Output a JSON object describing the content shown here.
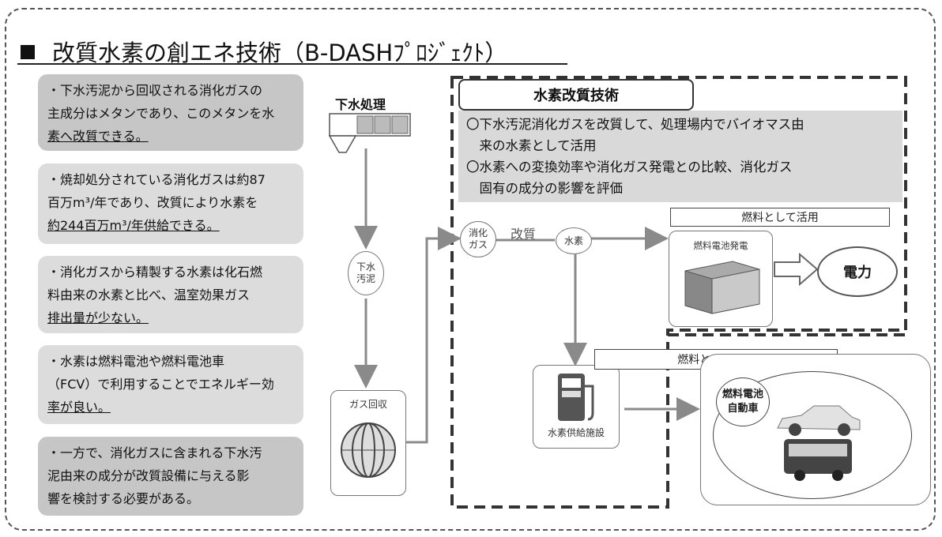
{
  "title": "改質水素の創エネ技術（B-DASHﾌﾟﾛｼﾞｪｸﾄ）",
  "cards": [
    {
      "lines": [
        "・下水汚泥から回収される消化ガスの",
        "主成分はメタンであり、このメタンを水",
        "素へ改質できる。"
      ]
    },
    {
      "lines": [
        "・焼却処分されている消化ガスは約87",
        "百万m³/年であり、改質により水素を",
        "約244百万m³/年供給できる。"
      ]
    },
    {
      "lines": [
        "・消化ガスから精製する水素は化石燃",
        "料由来の水素と比べ、温室効果ガス",
        "排出量が少ない。"
      ]
    },
    {
      "lines": [
        "・水素は燃料電池や燃料電池車",
        "（FCV）で利用することでエネルギー効",
        "率が良い。"
      ]
    },
    {
      "lines": [
        "・一方で、消化ガスに含まれる下水汚",
        "泥由来の成分が改質設備に与える影",
        "響を検討する必要がある。"
      ]
    }
  ],
  "flow": {
    "treatment": "下水処理",
    "sludge": "下水\n汚泥",
    "gas_recovery": "ガス回収",
    "digestion_gas": "消化\nガス",
    "reforming": "改質",
    "hydrogen": "水素",
    "fuel_use_1": "燃料として活用",
    "fuel_cell_power": "燃料電池発電",
    "power": "電力",
    "fuel_use_2": "燃料として活用",
    "h2_station": "水素供給施設",
    "fcv": "燃料電池\n自動車"
  },
  "tech": {
    "title": "水素改質技術",
    "points": [
      "〇下水汚泥消化ガスを改質して、処理場内でバイオマス由",
      "　来の水素として活用",
      "〇水素への変換効率や消化ガス発電との比較、消化ガス",
      "　固有の成分の影響を評価"
    ]
  },
  "colors": {
    "card_dark": "#c6c6c6",
    "card_light": "#dcdcdc",
    "arrow": "#8a8a8a",
    "dash": "#333333"
  }
}
